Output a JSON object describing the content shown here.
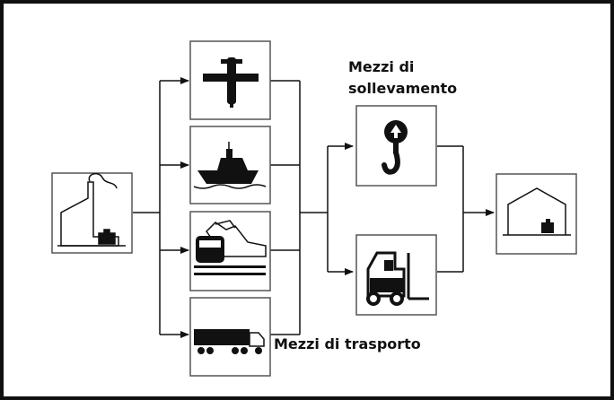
{
  "labels": {
    "lifting": [
      "Mezzi di",
      "sollevamento"
    ],
    "transport": "Mezzi di trasporto"
  },
  "nodes": {
    "source": {
      "icon": "factory-icon"
    },
    "transport": [
      {
        "icon": "airplane-icon"
      },
      {
        "icon": "ship-icon"
      },
      {
        "icon": "train-icon"
      },
      {
        "icon": "truck-icon"
      }
    ],
    "lifting": [
      {
        "icon": "crane-hook-icon"
      },
      {
        "icon": "forklift-icon"
      }
    ],
    "destination": {
      "icon": "warehouse-icon"
    }
  },
  "colors": {
    "border": "#111111",
    "box_border": "#555555",
    "icon": "#111111",
    "background": "#ffffff"
  }
}
